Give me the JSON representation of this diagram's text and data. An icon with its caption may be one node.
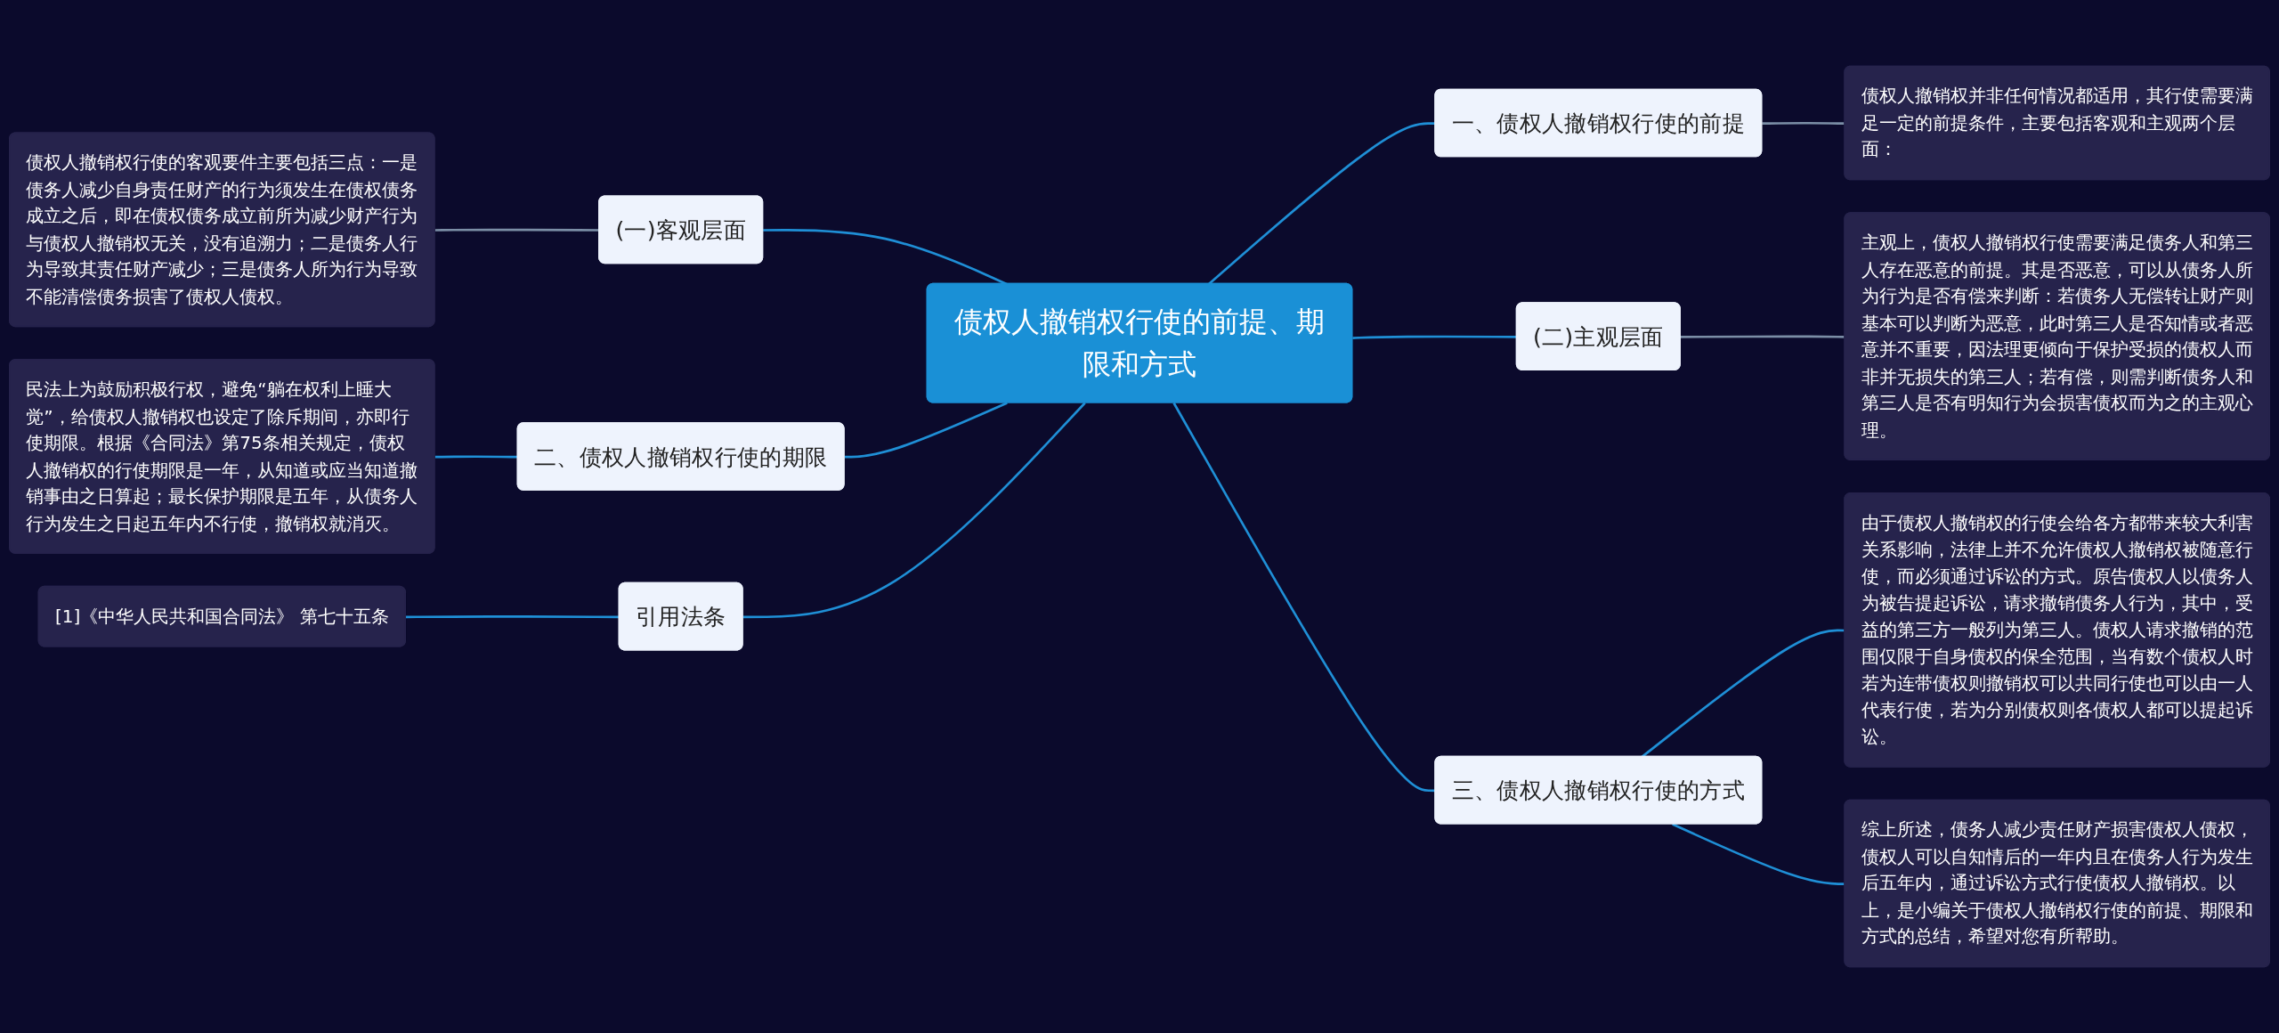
{
  "diagram": {
    "nodes": [
      {
        "text": [
          "债权人撤销权行使的前提、期限和方式"
        ]
      },
      {
        "text": [
          "一、债权人撤销权行使的前提"
        ]
      },
      {
        "text": [
          "债权人撤销权并非任何情况都适用，其行使需要满足一定的前提条件，主要包括客观和主观两个层面："
        ]
      },
      {
        "text": [
          "(二)主观层面"
        ]
      },
      {
        "text": [
          "主观上，债权人撤销权行使需要满足债务人和第三人存在恶意的前提。其是否恶意，可以从债务人所为行为是否有偿来判断：若债务人无偿转让财产则基本可以判断为恶意，此时第三人是否知情或者恶意并不重要，因法理更倾向于保护受损的债权人而非并无损失的第三人；若有偿，则需判断债务人和第三人是否有明知行为会损害债权而为之的主观心理。"
        ]
      },
      {
        "text": [
          "三、债权人撤销权行使的方式"
        ]
      },
      {
        "text": [
          "由于债权人撤销权的行使会给各方都带来较大利害关系影响，法律上并不允许债权人撤销权被随意行使，而必须通过诉讼的方式。原告债权人以债务人为被告提起诉讼，请求撤销债务人行为，其中，受益的第三方一般列为第三人。债权人请求撤销的范围仅限于自身债权的保全范围，当有数个债权人时若为连带债权则撤销权可以共同行使也可以由一人代表行使，若为分别债权则各债权人都可以提起诉讼。"
        ]
      },
      {
        "text": [
          "综上所述，债务人减少责任财产损害债权人债权，债权人可以自知情后的一年内且在债务人行为发生后五年内，通过诉讼方式行使债权人撤销权。以上，是小编关于债权人撤销权行使的前提、期限和方式的总结，希望对您有所帮助。"
        ]
      },
      {
        "text": [
          "(一)客观层面"
        ]
      },
      {
        "text": [
          "债权人撤销权行使的客观要件主要包括三点：一是债务人减少自身责任财产的行为须发生在债权债务成立之后，即在债权债务成立前所为减少财产行为与债权人撤销权无关，没有追溯力；二是债务人行为导致其责任财产减少；三是债务人所为行为导致不能清偿债务损害了债权人债权。"
        ]
      },
      {
        "text": [
          "二、债权人撤销权行使的期限"
        ]
      },
      {
        "text": [
          "民法上为鼓励积极行权，避免“躺在权利上睡大觉”，给债权人撤销权也设定了除斥期间，亦即行使期限。根据《合同法》第75条相关规定，债权人撤销权的行使期限是一年，从知道或应当知道撤销事由之日算起；最长保护期限是五年，从债务人行为发生之日起五年内不行使，撤销权就消灭。"
        ]
      },
      {
        "text": [
          "引用法条"
        ]
      },
      {
        "text": [
          "[1]《中华人民共和国合同法》 第七十五条"
        ]
      }
    ],
    "edges": [
      {
        "from": 0,
        "to": 1,
        "arrow": "none"
      },
      {
        "from": 1,
        "to": 2,
        "arrow": "none",
        "color": "#7b8ea6"
      },
      {
        "from": 0,
        "to": 3,
        "arrow": "none"
      },
      {
        "from": 3,
        "to": 4,
        "arrow": "none",
        "color": "#7b8ea6"
      },
      {
        "from": 0,
        "to": 5,
        "arrow": "none"
      },
      {
        "from": 5,
        "to": 6,
        "arrow": "none"
      },
      {
        "from": 5,
        "to": 7,
        "arrow": "none"
      },
      {
        "from": 9,
        "to": 8,
        "arrow": "none",
        "color": "#7b8ea6"
      },
      {
        "from": 8,
        "to": 0,
        "arrow": "none"
      },
      {
        "from": 11,
        "to": 10,
        "arrow": "none"
      },
      {
        "from": 10,
        "to": 0,
        "arrow": "none"
      },
      {
        "from": 13,
        "to": 12,
        "arrow": "none"
      },
      {
        "from": 12,
        "to": 0,
        "arrow": "none"
      }
    ]
  }
}
